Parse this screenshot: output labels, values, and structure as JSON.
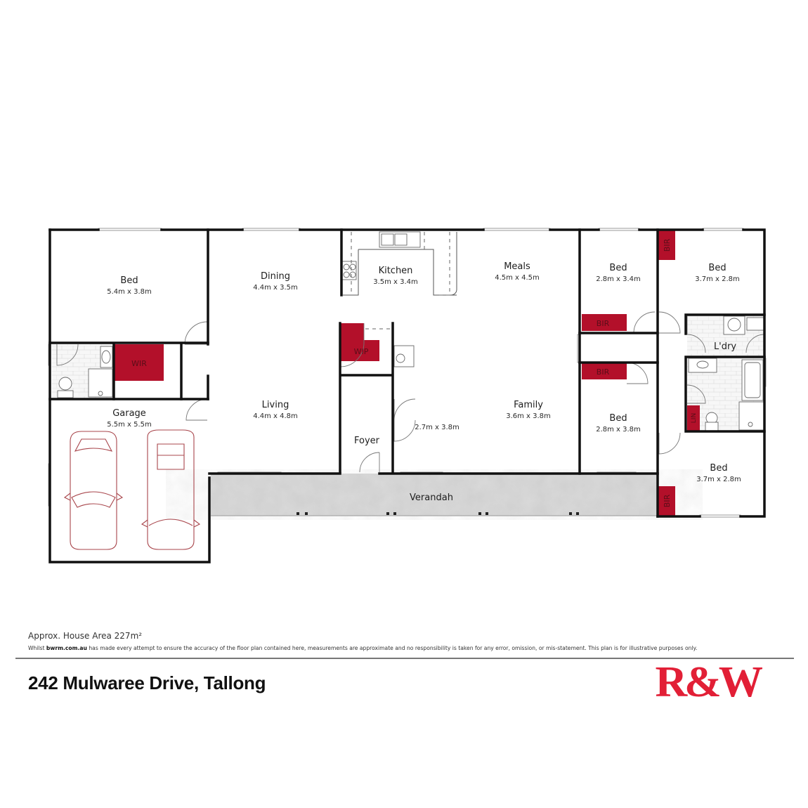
{
  "plan": {
    "rooms": [
      {
        "id": "bed1",
        "label": "Bed",
        "dims": "5.4m x 3.8m"
      },
      {
        "id": "dining",
        "label": "Dining",
        "dims": "4.4m x 3.5m"
      },
      {
        "id": "kitchen",
        "label": "Kitchen",
        "dims": "3.5m x 3.4m"
      },
      {
        "id": "meals",
        "label": "Meals",
        "dims": "4.5m x 4.5m"
      },
      {
        "id": "bed2",
        "label": "Bed",
        "dims": "2.8m x 3.4m"
      },
      {
        "id": "bed3",
        "label": "Bed",
        "dims": "3.7m x 2.8m"
      },
      {
        "id": "garage",
        "label": "Garage",
        "dims": "5.5m x 5.5m"
      },
      {
        "id": "living",
        "label": "Living",
        "dims": "4.4m x 4.8m"
      },
      {
        "id": "foyer",
        "label": "Foyer",
        "dims": ""
      },
      {
        "id": "hall",
        "label": "",
        "dims": "2.7m x 3.8m"
      },
      {
        "id": "family",
        "label": "Family",
        "dims": "3.6m x 3.8m"
      },
      {
        "id": "bed4",
        "label": "Bed",
        "dims": "2.8m x 3.8m"
      },
      {
        "id": "bed5",
        "label": "Bed",
        "dims": "3.7m x 2.8m"
      },
      {
        "id": "laundry",
        "label": "L'dry",
        "dims": ""
      },
      {
        "id": "verandah",
        "label": "Verandah",
        "dims": ""
      }
    ],
    "closets": [
      {
        "id": "wir",
        "label": "WIR"
      },
      {
        "id": "wip",
        "label": "WIP"
      },
      {
        "id": "bir1",
        "label": "BIR"
      },
      {
        "id": "bir2",
        "label": "BIR"
      },
      {
        "id": "bir3",
        "label": "BIR"
      },
      {
        "id": "bir4",
        "label": "BIR"
      },
      {
        "id": "lin",
        "label": "LIN"
      }
    ],
    "colors": {
      "closet": "#b3102a",
      "wall": "#111111",
      "car_outline": "#a8454b",
      "verandah": "#c9c9c9"
    }
  },
  "footer": {
    "area": "Approx. House Area 227m²",
    "disclaimer_prefix": "Whilst ",
    "disclaimer_site": "bwrm.com.au",
    "disclaimer_rest": " has made every attempt to ensure the accuracy of the floor plan contained here, measurements are approximate and no responsibility is taken for any error, omission, or mis-statement. This plan is for illustrative purposes only.",
    "address": "242 Mulwaree Drive, Tallong",
    "logo": "R&W",
    "logo_color": "#e21f36"
  }
}
